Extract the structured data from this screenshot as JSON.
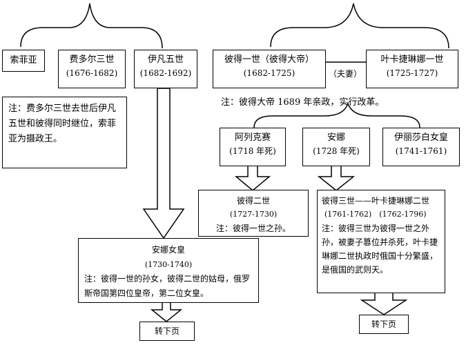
{
  "left": {
    "sofia": "索菲亚",
    "fyodor": {
      "name": "费多尔三世",
      "years": "(1676-1682)"
    },
    "ivan": {
      "name": "伊凡五世",
      "years": "(1682-1692)"
    },
    "note": "注：费多尔三世去世后伊凡五世和彼得同时继位，索菲亚为摄政王。"
  },
  "right": {
    "peter1": {
      "name": "彼得一世（彼得大帝）",
      "years": "(1682-1725)"
    },
    "couple": "（夫妻）",
    "catherine1": {
      "name": "叶卡捷琳娜一世",
      "years": "(1725-1727)"
    },
    "peter_note": "注：彼得大帝 1689 年亲政，实行改革。",
    "alexei": {
      "name": "阿列克赛",
      "years": "(1718 年死)"
    },
    "anna_daughter": {
      "name": "安娜",
      "years": "(1728 年死)"
    },
    "elizabeth": {
      "name": "伊丽莎白女皇",
      "years": "(1741-1761)"
    }
  },
  "peter2": {
    "name": "彼得二世",
    "years": "(1727-1730)",
    "note": "注：彼得一世之孙。"
  },
  "peter3": {
    "title": "彼得三世——叶卡捷琳娜二世",
    "years": "(1761-1762)　(1762-1796)",
    "note": "注：彼得三世为彼得一世之外孙，被妻子篡位并杀死，叶卡捷琳娜二世执政时俄国十分繁盛，是俄国的武则天。"
  },
  "empress_anna": {
    "name": "安娜女皇",
    "years": "(1730-1740)",
    "note": "注：彼得一世的孙女，彼得二世的姑母，俄罗斯帝国第四位皇帝，第二位女皇。"
  },
  "next_page_left": "转下页",
  "next_page_right": "转下页"
}
